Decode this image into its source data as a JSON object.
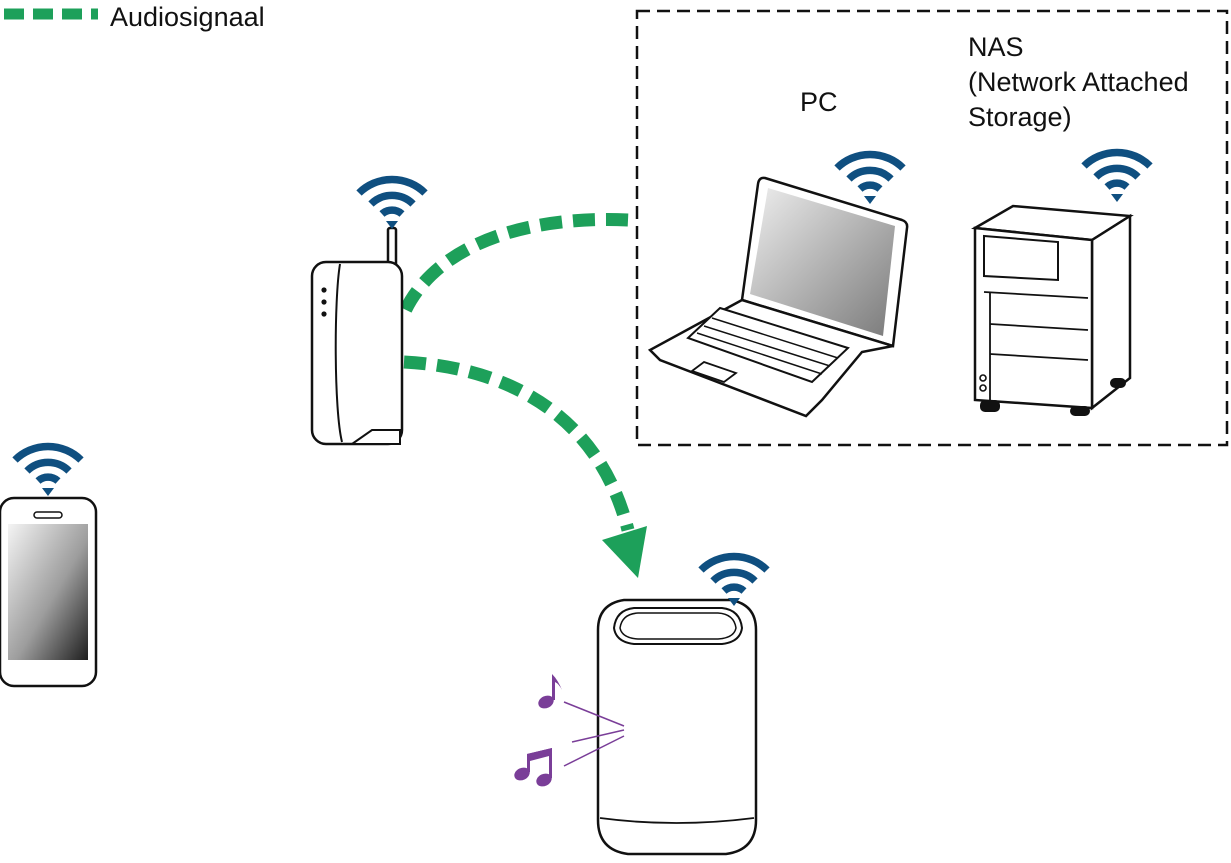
{
  "legend": {
    "label": "Audiosignaal",
    "line_style": "dashed"
  },
  "devices": {
    "pc": {
      "label": "PC"
    },
    "nas": {
      "label_lines": [
        "NAS",
        "(Network Attached",
        "Storage)"
      ]
    },
    "router": {},
    "smartphone": {},
    "speaker": {}
  },
  "icons": [
    "wifi-icon",
    "music-note-icon",
    "double-music-note-icon"
  ],
  "colors": {
    "audio_signal": "#1da05a",
    "wifi": "#0f4f80",
    "music_note": "#7a3e98",
    "outline": "#111111",
    "group_border": "#111111"
  }
}
